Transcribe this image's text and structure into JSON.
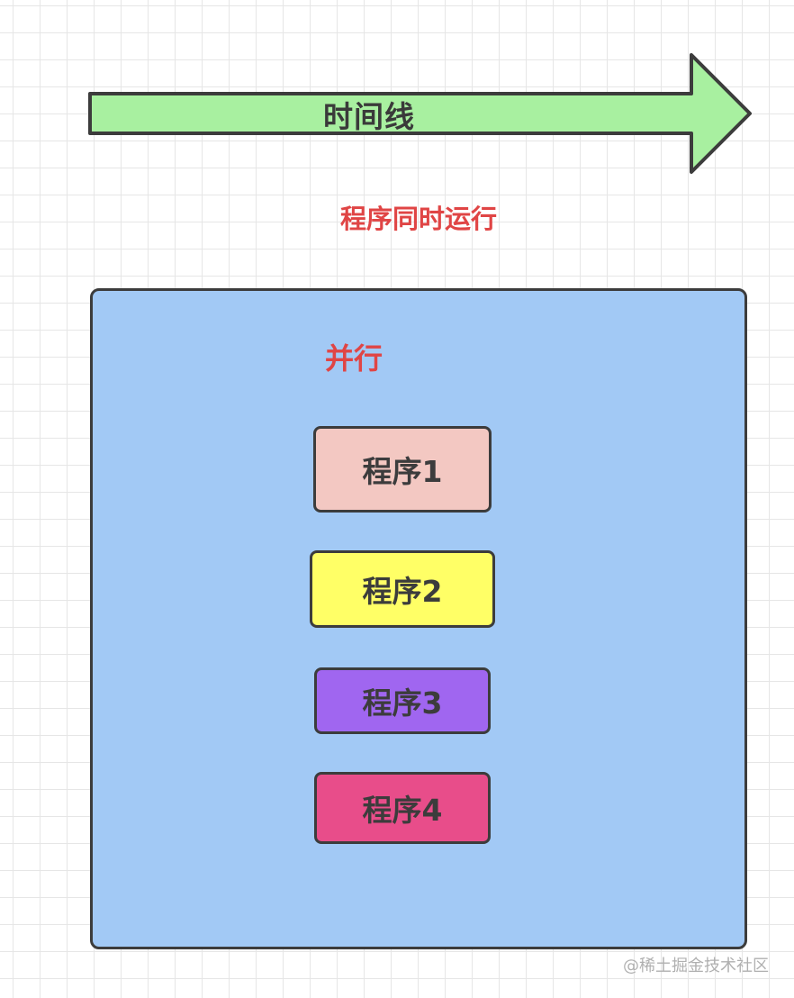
{
  "timeline": {
    "label": "时间线",
    "color": "#a8f0a0"
  },
  "caption": "程序同时运行",
  "parallel": {
    "title": "并行",
    "background": "#a2c9f5",
    "programs": [
      {
        "label": "程序1",
        "color": "#f3c8c2"
      },
      {
        "label": "程序2",
        "color": "#ffff66"
      },
      {
        "label": "程序3",
        "color": "#a066f0"
      },
      {
        "label": "程序4",
        "color": "#e84d8a"
      }
    ]
  },
  "watermark": "@稀土掘金技术社区"
}
